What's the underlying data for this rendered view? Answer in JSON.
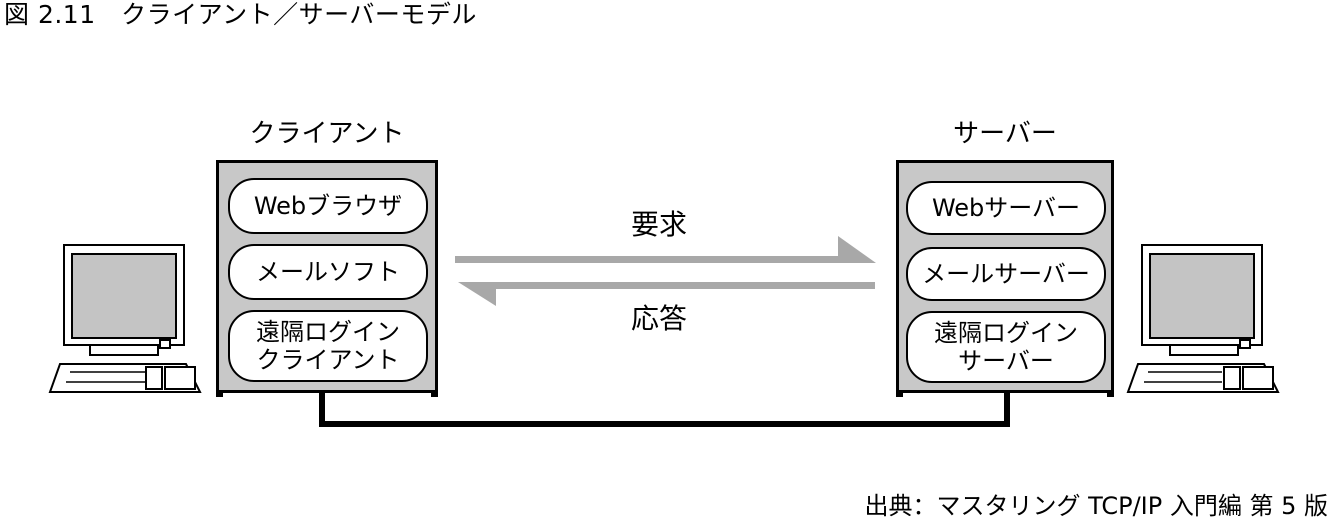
{
  "title": "図 2.11　クライアント／サーバーモデル",
  "client": {
    "label": "クライアント",
    "software": [
      "Webブラウザ",
      "メールソフト",
      "遠隔ログイン\nクライアント"
    ]
  },
  "server": {
    "label": "サーバー",
    "software": [
      "Webサーバー",
      "メールサーバー",
      "遠隔ログイン\nサーバー"
    ]
  },
  "arrows": {
    "request": "要求",
    "response": "応答"
  },
  "source": "出典：マスタリング TCP/IP 入門編 第 5 版",
  "colors": {
    "machine_fill": "#c8c8c8",
    "arrow": "#a8a8a8",
    "screen": "#c4c4c4",
    "line": "#000000"
  }
}
